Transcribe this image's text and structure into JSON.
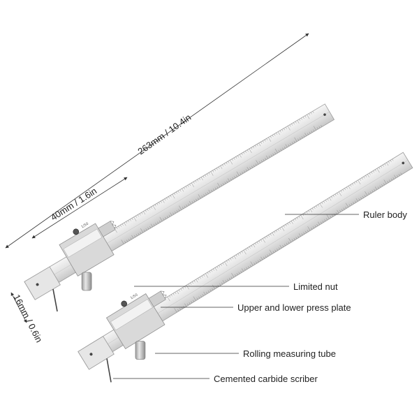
{
  "dimensions": {
    "length": "263mm / 10.4in",
    "jaw_width": "40mm / 1.6in",
    "thickness": "16mm / 0.6in"
  },
  "callouts": {
    "ruler_body": "Ruler body",
    "limited_nut": "Limited nut",
    "press_plate": "Upper and lower press plate",
    "measuring_tube": "Rolling measuring tube",
    "scriber": "Cemented carbide scriber"
  },
  "scale_marking": "1/50",
  "colors": {
    "steel_light": "#eeeeee",
    "steel_mid": "#d6d6d6",
    "steel_dark": "#a9a9a9",
    "line": "#333333"
  }
}
